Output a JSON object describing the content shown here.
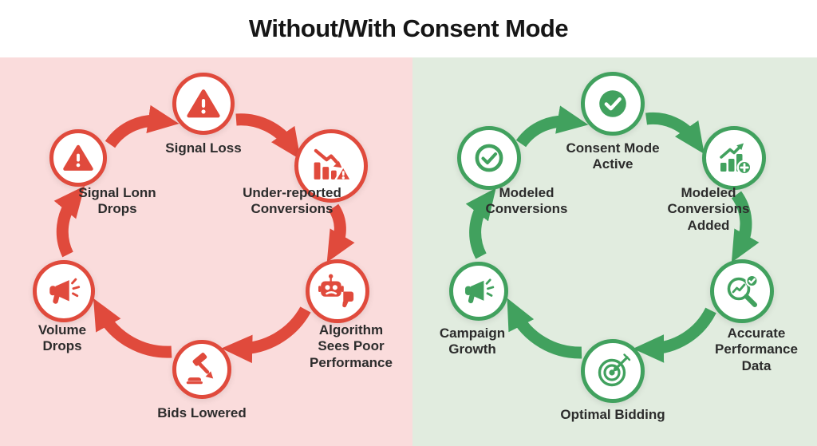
{
  "title": "Without/With Consent Mode",
  "colors": {
    "left_bg": "#fadcdc",
    "right_bg": "#e1ecdf",
    "red": "#e04a3c",
    "green": "#41a15e",
    "text": "#2c2c2c",
    "title": "#161616"
  },
  "left_cycle": {
    "accent": "#e04a3c",
    "nodes": [
      {
        "label": "Signal Loss",
        "icon": "warning-icon"
      },
      {
        "label": "Under-reported Conversions",
        "icon": "declining-chart-warning-icon"
      },
      {
        "label": "Algorithm Sees Poor Performance",
        "icon": "sad-robot-thumbs-down-icon"
      },
      {
        "label": "Bids Lowered",
        "icon": "gavel-down-arrow-icon"
      },
      {
        "label": "Volume Drops",
        "icon": "megaphone-icon"
      },
      {
        "label": "Signal Lonn Drops",
        "icon": "warning-icon"
      }
    ]
  },
  "right_cycle": {
    "accent": "#41a15e",
    "nodes": [
      {
        "label": "Consent Mode Active",
        "icon": "check-circle-filled-icon"
      },
      {
        "label": "Modeled Conversions Added",
        "icon": "rising-chart-plus-icon"
      },
      {
        "label": "Accurate Performance Data",
        "icon": "magnifier-chart-check-icon"
      },
      {
        "label": "Optimal Bidding",
        "icon": "target-dart-icon"
      },
      {
        "label": "Campaign Growth",
        "icon": "megaphone-icon"
      },
      {
        "label": "Modeled Conversions",
        "icon": "check-ring-icon"
      }
    ]
  }
}
